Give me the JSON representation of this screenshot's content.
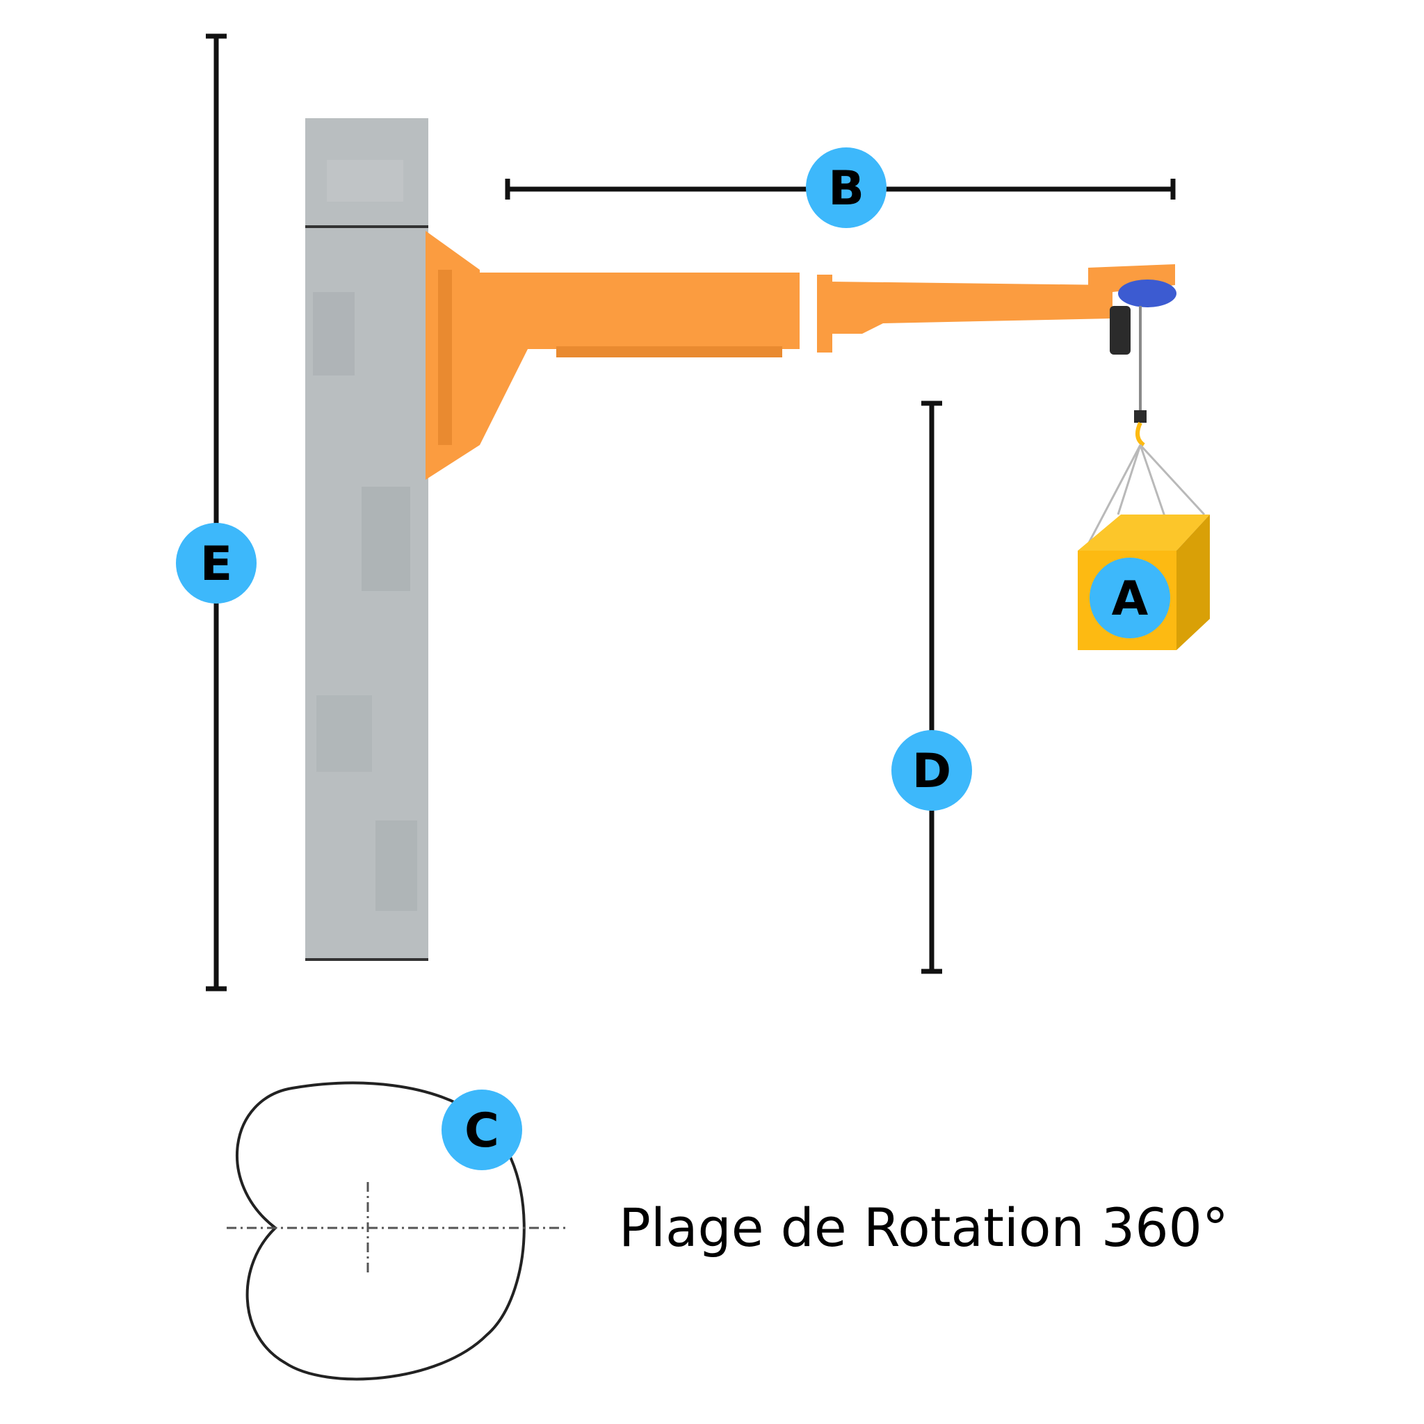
{
  "labels": {
    "a": "A",
    "b": "B",
    "c": "C",
    "d": "D",
    "e": "E"
  },
  "caption": "Plage de Rotation 360°",
  "colors": {
    "badge": "#3db8fb",
    "arm": "#fb9c40",
    "arm_shadow": "#e98a30",
    "column": "#b9bec0",
    "column_shade": "#a3a9ab",
    "load_front": "#fdba12",
    "load_top": "#fcc62a",
    "load_side": "#d9a007",
    "hoist_blue": "#3c5bd1",
    "hoist_dark": "#2b2b2b",
    "line": "#111111"
  },
  "icons": {
    "column": "concrete-column",
    "arm": "jib-arm",
    "hoist": "electric-hoist",
    "load": "load-box",
    "rotation": "rotation-range-outline"
  }
}
